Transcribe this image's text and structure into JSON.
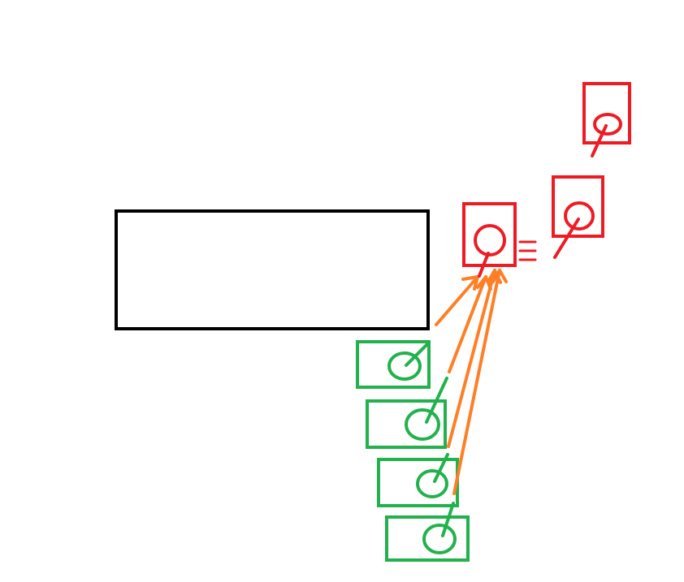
{
  "colors": {
    "background": "#ffffff",
    "outline": "#000000",
    "green": "#22b14c",
    "red": "#ed1c24",
    "orange": "#ff7f27"
  },
  "diagram": {
    "large_box": {
      "label": ""
    },
    "green_units_count": 4,
    "red_units_count": 3,
    "orange_arrows_count": 4,
    "motion_lines_count": 3
  }
}
